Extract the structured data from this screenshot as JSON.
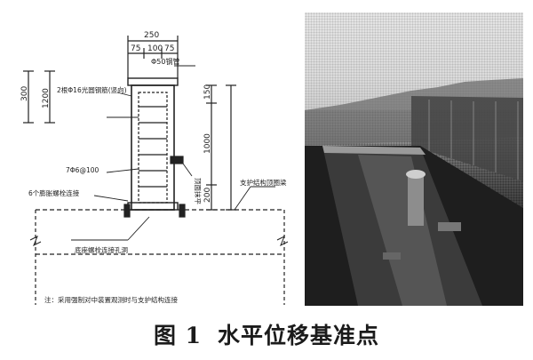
{
  "figure": {
    "caption_label": "图 1",
    "caption_title": "水平位移基准点"
  },
  "drawing": {
    "dims": {
      "top_width": "250",
      "top_parts": [
        "75",
        "100",
        "75"
      ],
      "left_stack_a": "300",
      "left_stack_b": "1200",
      "right_stack": [
        "150",
        "1000",
        "200"
      ]
    },
    "labels": {
      "top_plate": "Φ50钢管",
      "pipe_note": "2根Φ16光圆钢筋(竖向)",
      "rebar_note": "7Φ6@100",
      "embed_note": "6个膨胀螺栓连接",
      "right_note": "顶面抹平",
      "right_note2": "支护结构顶圈梁",
      "bottom_note": "底座螺栓连接孔洞",
      "footnote": "注：采用强制对中装置观测时与支护结构连接"
    }
  },
  "photo": {
    "description_icon": "site-photo-icon"
  }
}
